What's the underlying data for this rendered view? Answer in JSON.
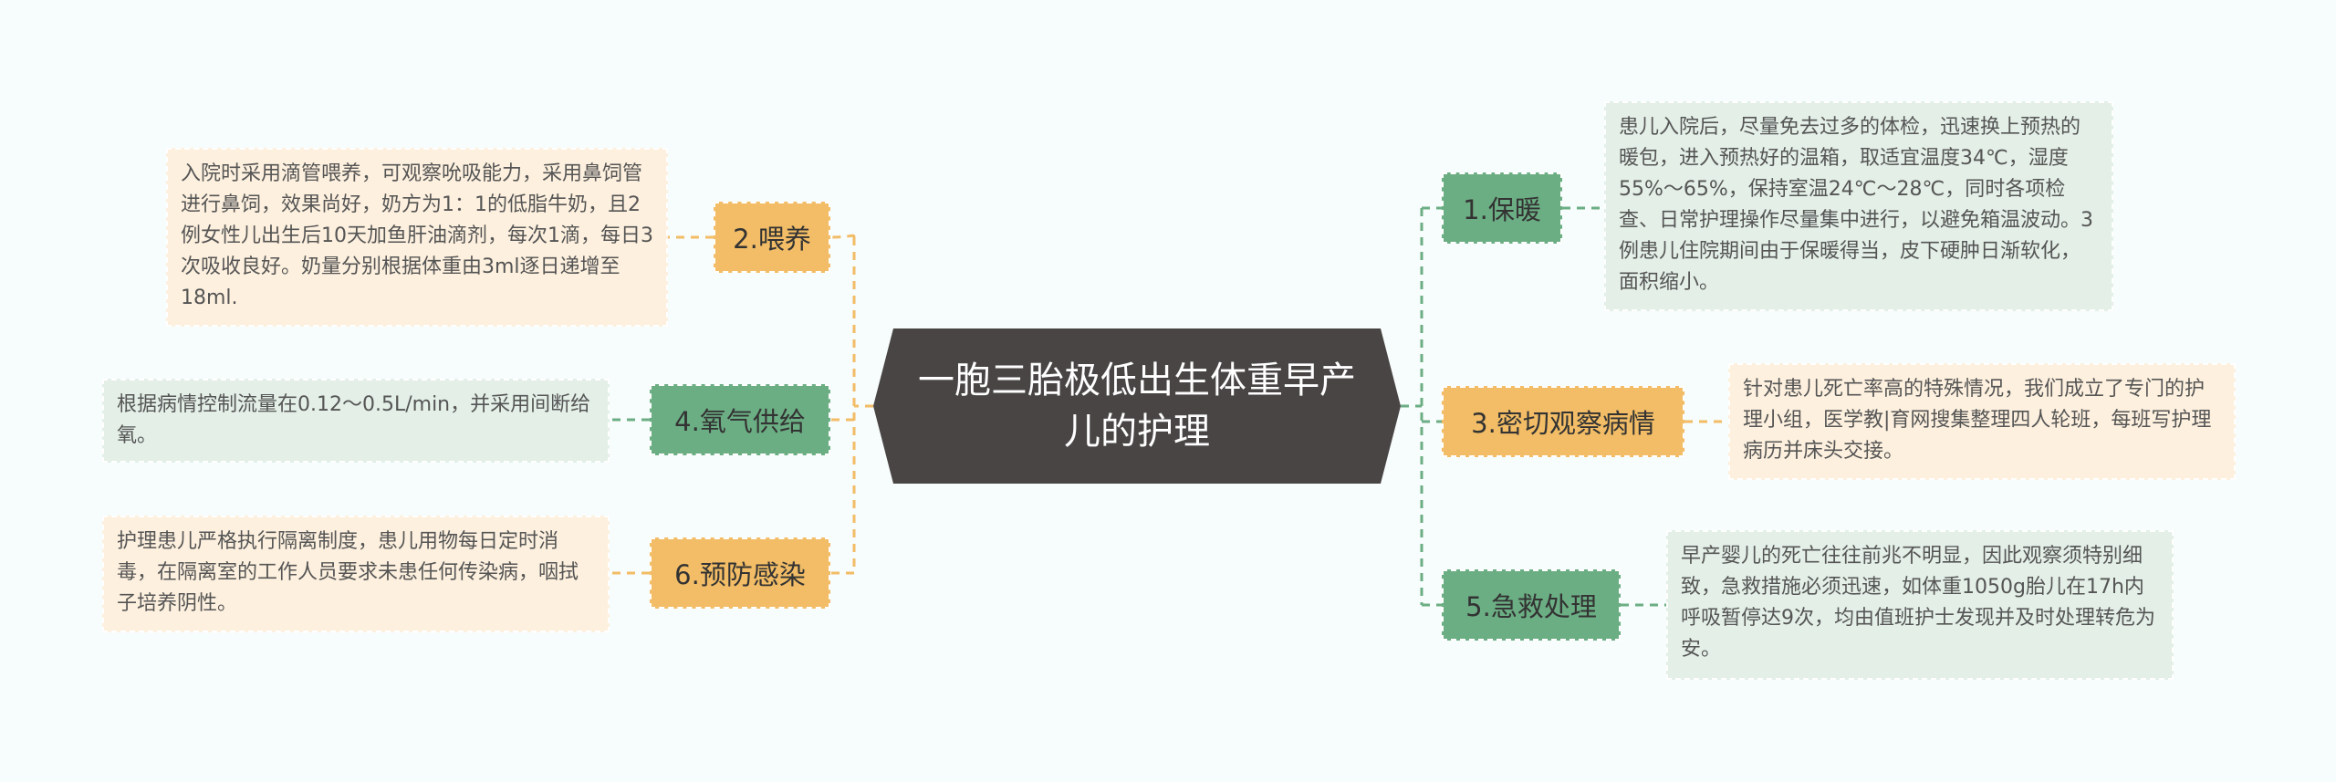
{
  "center": {
    "title": "一胞三胎极低出生体重早产儿的护理"
  },
  "colors": {
    "background": "#f7fcfc",
    "center_fill": "#4a4545",
    "orange_branch": "#f2bd66",
    "orange_leaf": "#fdf0de",
    "orange_line": "#f2bd66",
    "green_branch": "#6cae84",
    "green_leaf": "#e3efe7",
    "green_line": "#6cae84"
  },
  "left": [
    {
      "label": "2.喂养",
      "detail": "入院时采用滴管喂养，可观察吮吸能力，采用鼻饲管进行鼻饲，效果尚好，奶方为1：1的低脂牛奶，且2例女性儿出生后10天加鱼肝油滴剂，每次1滴，每日3次吸收良好。奶量分别根据体重由3ml逐日递增至18ml."
    },
    {
      "label": "4.氧气供给",
      "detail": "根据病情控制流量在0.12～0.5L/min，并采用间断给氧。"
    },
    {
      "label": "6.预防感染",
      "detail": "护理患儿严格执行隔离制度，患儿用物每日定时消毒，在隔离室的工作人员要求未患任何传染病，咽拭子培养阴性。"
    }
  ],
  "right": [
    {
      "label": "1.保暖",
      "detail": "患儿入院后，尽量免去过多的体检，迅速换上预热的暖包，进入预热好的温箱，取适宜温度34℃，湿度55%～65%，保持室温24℃～28℃，同时各项检查、日常护理操作尽量集中进行，以避免箱温波动。3例患儿住院期间由于保暖得当，皮下硬肿日渐软化，面积缩小。"
    },
    {
      "label": "3.密切观察病情",
      "detail": "针对患儿死亡率高的特殊情况，我们成立了专门的护理小组，医学教|育网搜集整理四人轮班，每班写护理病历并床头交接。"
    },
    {
      "label": "5.急救处理",
      "detail": "早产婴儿的死亡往往前兆不明显，因此观察须特别细致，急救措施必须迅速，如体重1050g胎儿在17h内呼吸暂停达9次，均由值班护士发现并及时处理转危为安。"
    }
  ]
}
